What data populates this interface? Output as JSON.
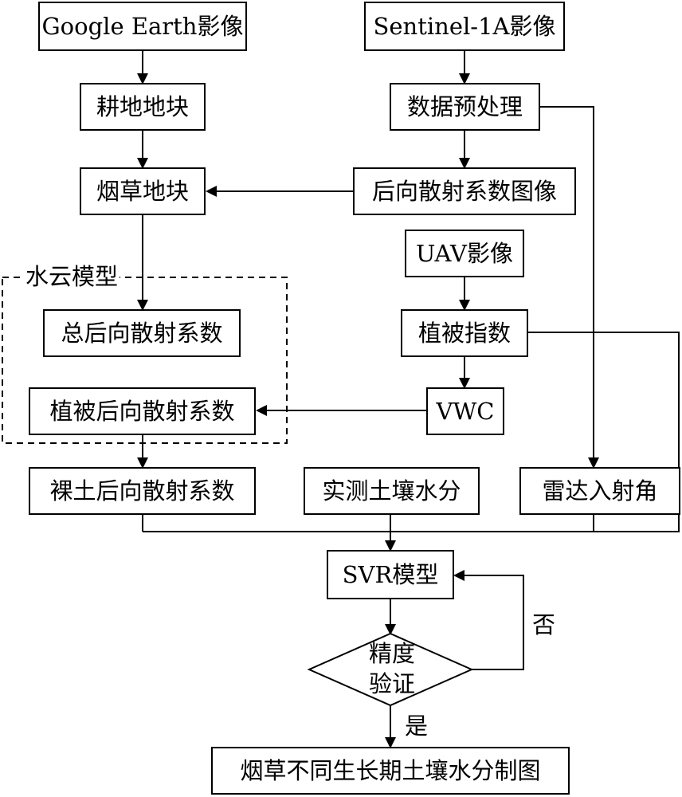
{
  "diagram": {
    "nodes": {
      "google_earth": "Google Earth影像",
      "sentinel": "Sentinel-1A影像",
      "farmland": "耕地地块",
      "preprocess": "数据预处理",
      "tobacco": "烟草地块",
      "backscatter_image": "后向散射系数图像",
      "uav": "UAV影像",
      "total_backscatter": "总后向散射系数",
      "veg_index": "植被指数",
      "veg_backscatter": "植被后向散射系数",
      "vwc": "VWC",
      "bare_backscatter": "裸土后向散射系数",
      "soil_moisture": "实测土壤水分",
      "incidence_angle": "雷达入射角",
      "svr": "SVR模型",
      "accuracy_line1": "精度",
      "accuracy_line2": "验证",
      "result": "烟草不同生长期土壤水分制图"
    },
    "group_label": "水云模型",
    "edge_labels": {
      "no": "否",
      "yes": "是"
    }
  },
  "colors": {
    "stroke": "#000000",
    "background": "#ffffff"
  }
}
